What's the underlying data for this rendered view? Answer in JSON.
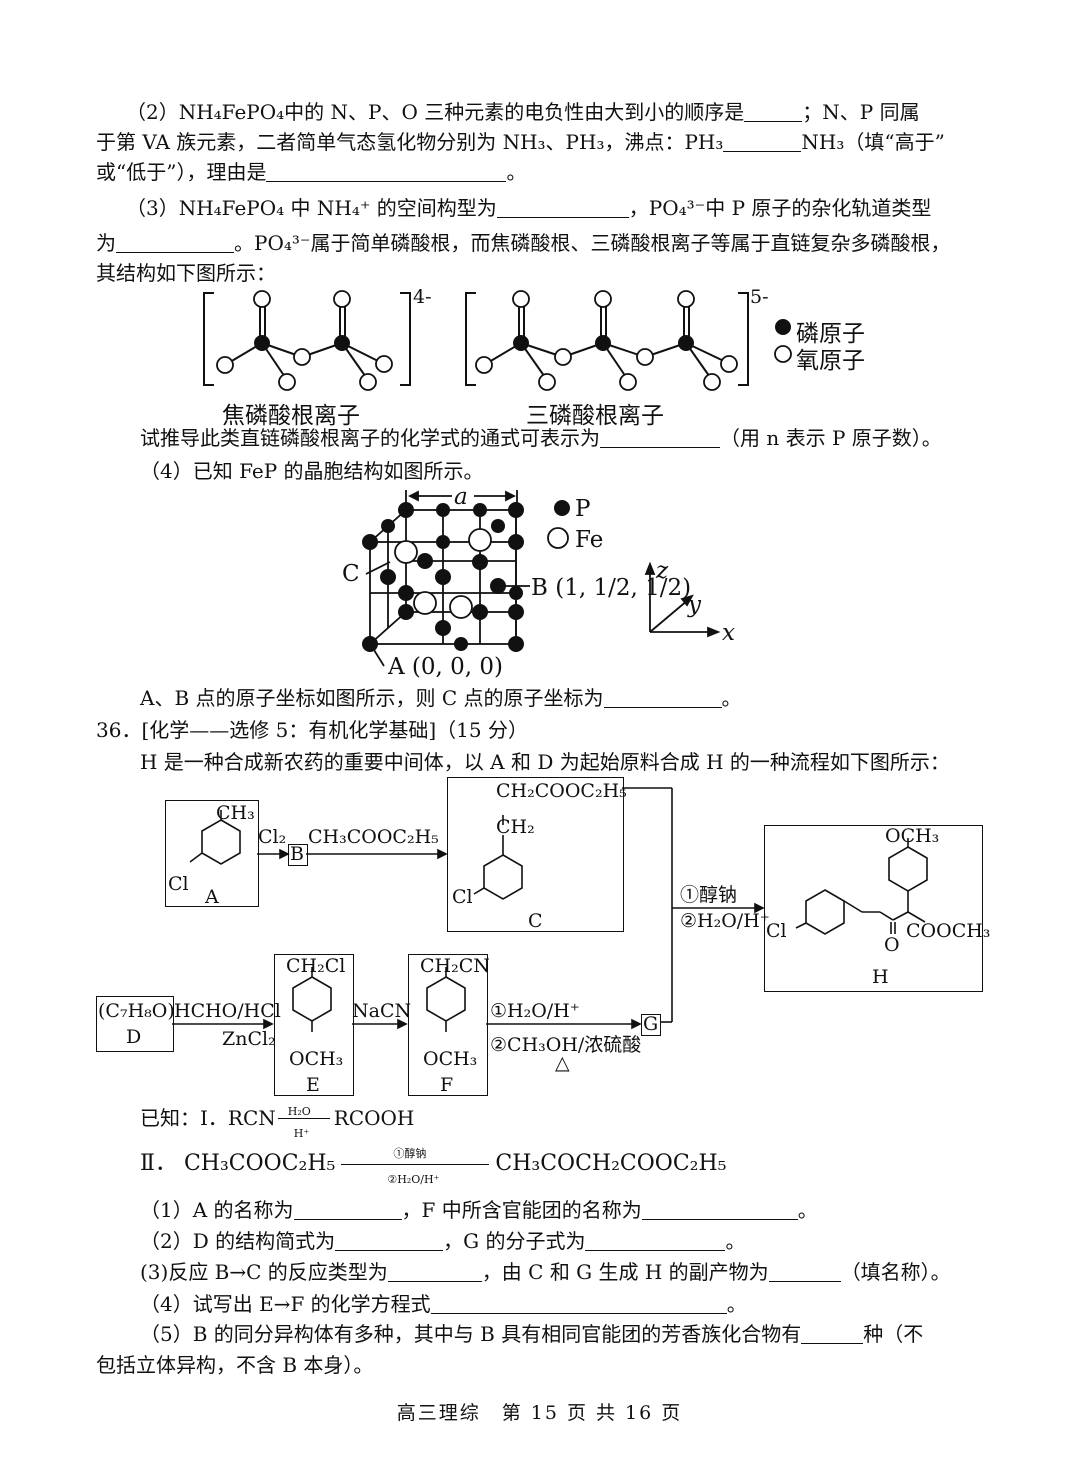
{
  "q2": {
    "l1": "（2）NH₄FePO₄中的 N、P、O 三种元素的电负性由大到小的顺序是",
    "l1b": "；N、P 同属",
    "l2": "于第 VA 族元素，二者简单气态氢化物分别为 NH₃、PH₃，沸点：PH₃",
    "l2b": "NH₃（填“高于”",
    "l3": "或“低于”），理由是",
    "l3b": "。"
  },
  "q3": {
    "l1": "（3）NH₄FePO₄ 中 NH₄⁺ 的空间构型为",
    "l1b": "，PO₄³⁻中 P 原子的杂化轨道类型",
    "l2": "为",
    "l2b": "。PO₄³⁻属于简单磷酸根，而焦磷酸根、三磷酸根离子等属于直链复杂多磷酸根，",
    "l3": "其结构如下图所示：",
    "charge1": "4-",
    "charge2": "5-",
    "legend_p": "磷原子",
    "legend_o": "氧原子",
    "caption1": "焦磷酸根离子",
    "caption2": "三磷酸根离子",
    "l4": "试推导此类直链磷酸根离子的化学式的通式可表示为",
    "l4b": "（用 n 表示 P 原子数）。"
  },
  "q4": {
    "l1": "（4）已知 FeP 的晶胞结构如图所示。",
    "a_label": "a",
    "legend_p": "P",
    "legend_fe": "Fe",
    "c_label": "C",
    "b_label": "B",
    "b_coord": "(1, 1/2, 1/2)",
    "a_point": "A (0, 0, 0)",
    "axis_z": "z",
    "axis_y": "y",
    "axis_x": "x",
    "l2": "A、B 点的原子坐标如图所示，则 C 点的原子坐标为",
    "l2b": "。"
  },
  "q36": {
    "title": "36．[化学——选修 5：有机化学基础]（15 分）",
    "intro": "H 是一种合成新农药的重要中间体，以 A 和 D 为起始原料合成 H 的一种流程如下图所示：",
    "A_ch3": "CH₃",
    "A_cl": "Cl",
    "A_name": "A",
    "cl2": "Cl₂",
    "B_name": "B",
    "reagent_bc": "CH₃COOC₂H₅",
    "C_top": "CH₂COOC₂H₅",
    "C_ch2": "CH₂",
    "C_cl": "Cl",
    "C_name": "C",
    "step_h1": "①醇钠",
    "step_h2": "②H₂O/H⁺",
    "H_och3": "OCH₃",
    "H_cl": "Cl",
    "H_o": "O",
    "H_cooch3": "COOCH₃",
    "H_name": "H",
    "D_formula": "(C₇H₈O)",
    "D_name": "D",
    "reagent_de1": "HCHO/HCl",
    "reagent_de2": "ZnCl₂",
    "E_top": "CH₂Cl",
    "E_bottom": "OCH₃",
    "E_name": "E",
    "nacn": "NaCN",
    "F_top": "CH₂CN",
    "F_bottom": "OCH₃",
    "F_name": "F",
    "step_fg1": "①H₂O/H⁺",
    "step_fg2": "②CH₃OH/浓硫酸",
    "step_fg3": "△",
    "G_name": "G",
    "known1_label": "已知：Ⅰ．",
    "known1_l": "RCN",
    "known1_cond": "H₂O",
    "known1_cond2": "H⁺",
    "known1_r": "RCOOH",
    "known2_label": "Ⅱ．",
    "known2_l": "CH₃COOC₂H₅",
    "known2_cond1": "①醇钠",
    "known2_cond2": "②H₂O/H⁺",
    "known2_r": "CH₃COCH₂COOC₂H₅",
    "s1": "（1）A 的名称为",
    "s1b": "，F 中所含官能团的名称为",
    "s1c": "。",
    "s2": "（2）D 的结构简式为",
    "s2b": "，G 的分子式为",
    "s2c": "。",
    "s3": "(3)反应 B→C 的反应类型为",
    "s3b": "，由 C 和 G 生成 H 的副产物为",
    "s3c": "（填名称）。",
    "s4": "（4）试写出 E→F 的化学方程式",
    "s4b": "。",
    "s5": "（5）B 的同分异构体有多种，其中与 B 具有相同官能团的芳香族化合物有",
    "s5b": "种（不",
    "s6": "包括立体异构，不含 B 本身）。"
  },
  "footer": "高三理综　第 15 页 共 16 页"
}
